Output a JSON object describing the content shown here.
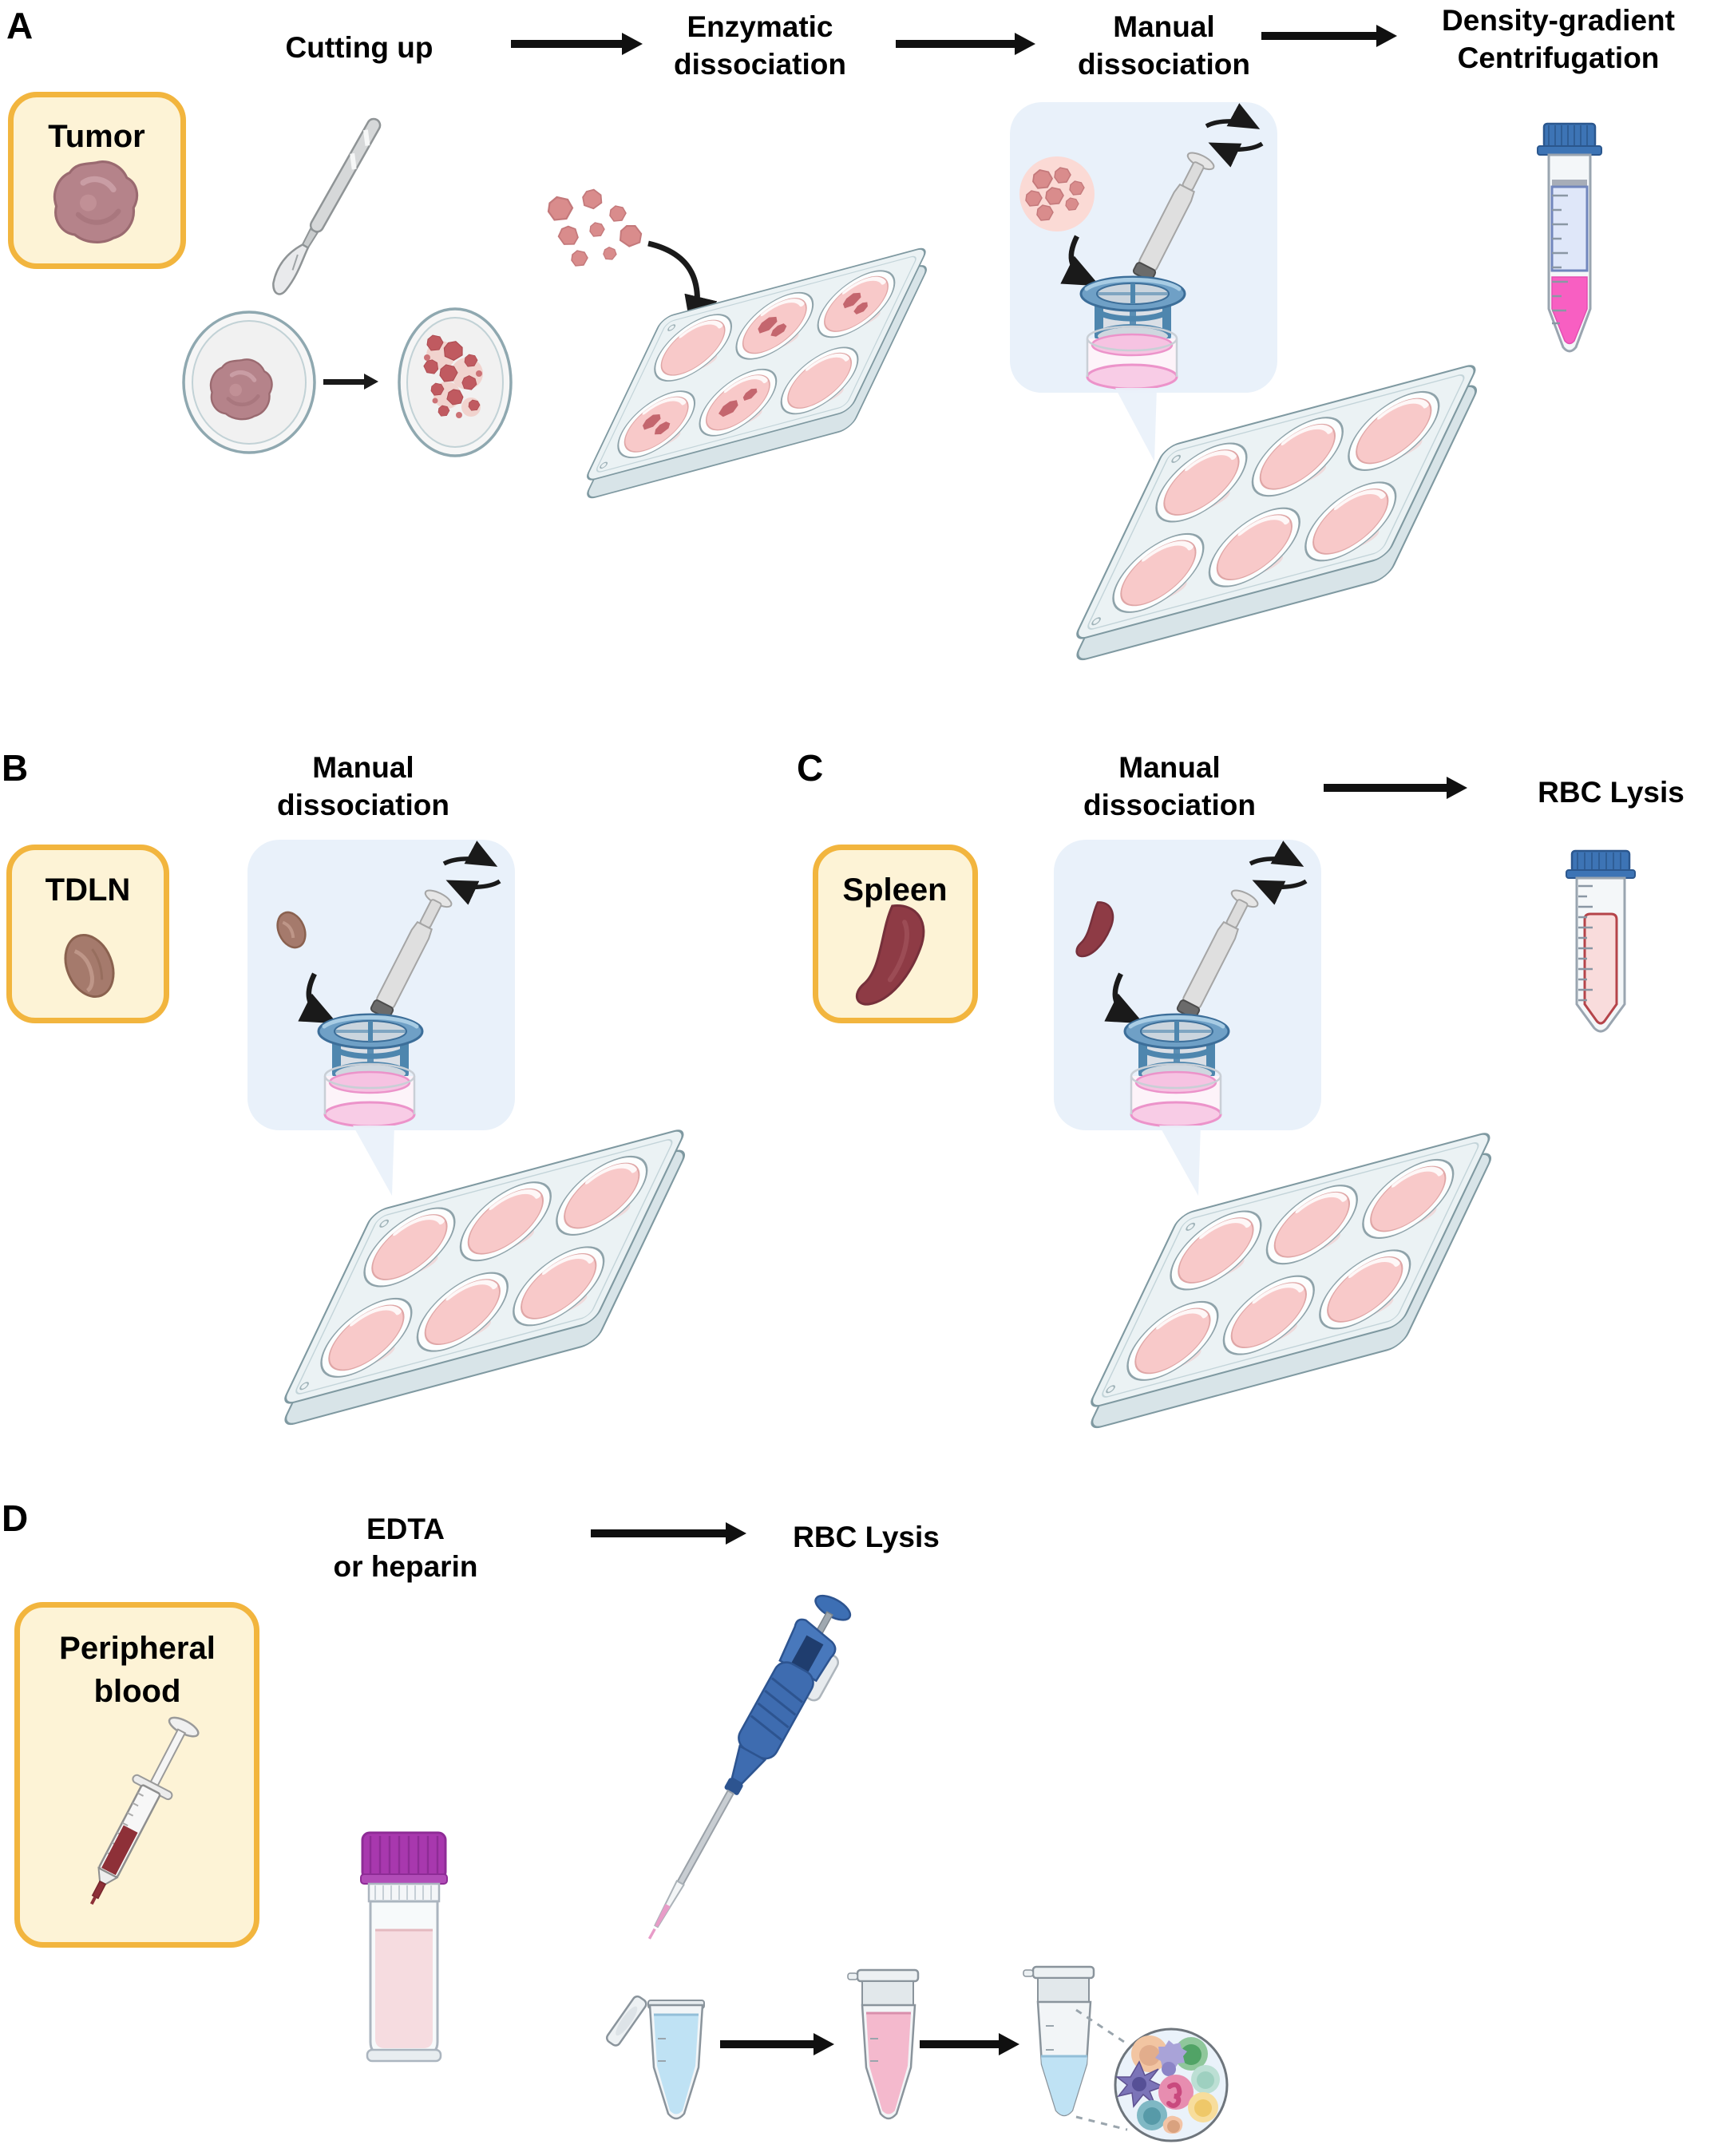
{
  "figure": {
    "panel_a": {
      "label": "A",
      "source": "Tumor",
      "step_cutting": "Cutting up",
      "step_enzymatic_l1": "Enzymatic",
      "step_enzymatic_l2": "dissociation",
      "step_manual_l1": "Manual",
      "step_manual_l2": "dissociation",
      "step_density_l1": "Density-gradient",
      "step_density_l2": "Centrifugation"
    },
    "panel_b": {
      "label": "B",
      "source": "TDLN",
      "step_manual_l1": "Manual",
      "step_manual_l2": "dissociation"
    },
    "panel_c": {
      "label": "C",
      "source": "Spleen",
      "step_manual_l1": "Manual",
      "step_manual_l2": "dissociation",
      "step_rbc": "RBC Lysis"
    },
    "panel_d": {
      "label": "D",
      "source_l1": "Peripheral",
      "source_l2": "blood",
      "step_edta_l1": "EDTA",
      "step_edta_l2": "or heparin",
      "step_rbc": "RBC Lysis"
    }
  },
  "colors": {
    "source_box_fill": "#FDF3D6",
    "source_box_border": "#F2B53E",
    "dissociation_panel_fill": "#E9F1FA",
    "arrow_black": "#101010",
    "tumor_tissue": "#B5838A",
    "lymph_node": "#A57A6C",
    "spleen": "#8E3B45",
    "well_media_pink": "#F8C9C9",
    "strainer_blue": "#4E86AE",
    "strainer_dish_pink": "#F6C3E2",
    "tube_cap_blue": "#3D74B5",
    "density_upper_layer": "#DFE7F9",
    "density_lower_layer": "#F85FC2",
    "rbc_lysate_pink": "#F9DCDC",
    "edta_cap_purple": "#A838AE",
    "pipette_blue": "#3E6CB0",
    "microtube_blue_liquid": "#BFE2F4",
    "microtube_pink_liquid": "#F4B9CD"
  },
  "illustrations": [
    "tumor-icon",
    "scalpel-icon",
    "petri-dish-whole-icon",
    "petri-dish-minced-icon",
    "tissue-fragments-icon",
    "six-well-plate-icon",
    "cell-strainer-icon",
    "pestle-icon",
    "rotation-arrows-icon",
    "curved-arrow-icon",
    "density-gradient-tube-icon",
    "rbc-lysis-tube-icon",
    "lymph-node-icon",
    "spleen-icon",
    "blood-syringe-icon",
    "blood-collection-tube-icon",
    "micropipette-icon",
    "microtube-open-icon",
    "microtube-pink-icon",
    "microtube-blue-icon",
    "cell-mixture-magnified-icon"
  ]
}
